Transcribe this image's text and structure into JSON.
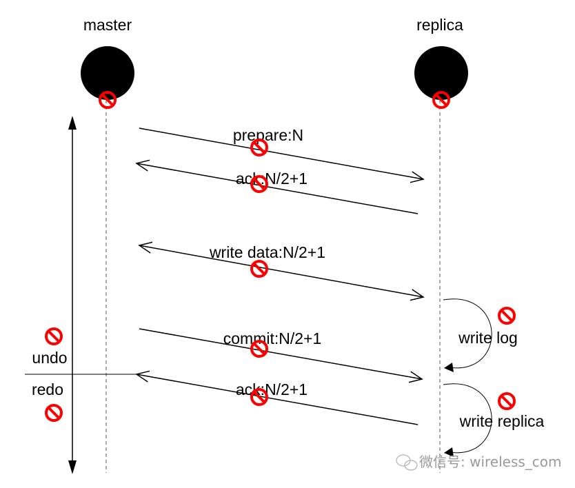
{
  "participants": [
    {
      "id": "master",
      "label": "master"
    },
    {
      "id": "replica",
      "label": "replica"
    }
  ],
  "messages": [
    {
      "label": "prepare:N",
      "from": "master",
      "to": "replica"
    },
    {
      "label": "ack:N/2+1",
      "from": "replica",
      "to": "master"
    },
    {
      "label": "write data:N/2+1",
      "from": "master",
      "to": "replica",
      "note": "double-headed"
    },
    {
      "label": "commit:N/2+1",
      "from": "master",
      "to": "replica"
    },
    {
      "label": "ack:N/2+1",
      "from": "replica",
      "to": "master"
    }
  ],
  "self_actions": [
    {
      "label": "write log",
      "participant": "replica"
    },
    {
      "label": "write replica",
      "participant": "replica"
    }
  ],
  "phases": {
    "upper": "undo",
    "lower": "redo"
  },
  "watermark": {
    "icon": "wechat-icon",
    "text": "微信号: wireless_com"
  },
  "colors": {
    "line": "#000000",
    "no_symbol": "#ff0000",
    "watermark": "#9a9a9a"
  }
}
